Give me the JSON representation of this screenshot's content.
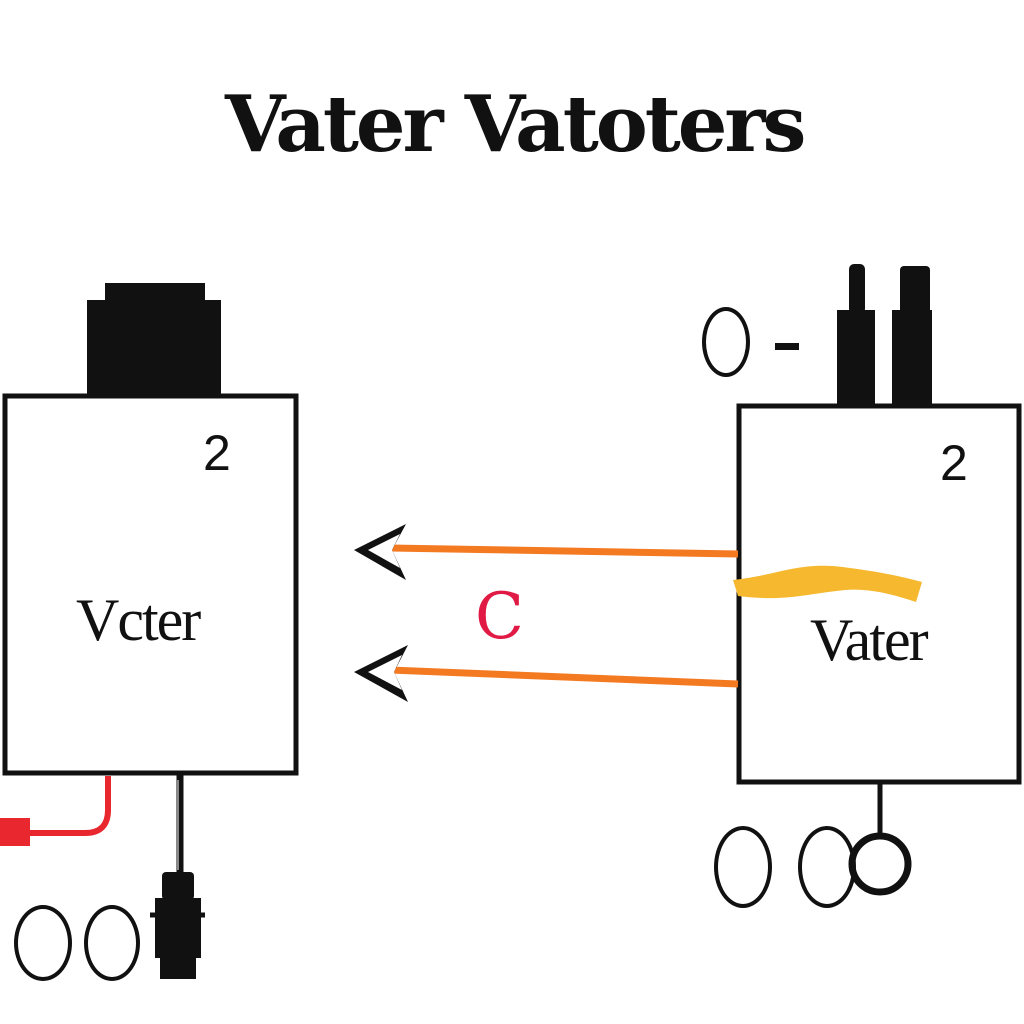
{
  "diagram": {
    "title": "Vater Vatoters",
    "left_box": {
      "number": "2",
      "label": "Vcter"
    },
    "right_box": {
      "number": "2",
      "label": "Vater"
    },
    "middle_label": "C",
    "colors": {
      "wire_orange": "#f47a22",
      "wire_yellow": "#f5b82e",
      "wire_red": "#e8272f",
      "label_red": "#e01a44",
      "ink": "#111111"
    }
  }
}
